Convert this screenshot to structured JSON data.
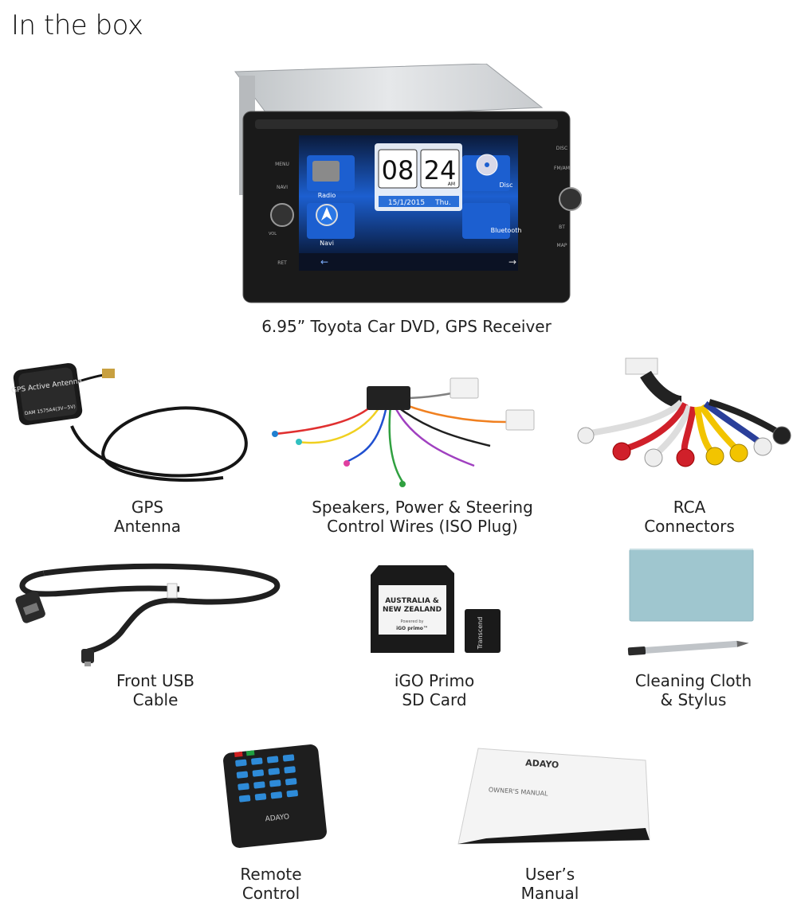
{
  "page": {
    "title": "In the box"
  },
  "head_unit": {
    "caption": "6.95” Toyota Car DVD, GPS Receiver",
    "screen": {
      "hour": "08",
      "minute": "24",
      "ampm": "AM",
      "date": "15/1/2015",
      "weekday": "Thu.",
      "apps": [
        "Radio",
        "Disc",
        "Navi",
        "Bluetooth"
      ]
    },
    "left_buttons": [
      "MENU",
      "NAVI",
      "VOL",
      "RET"
    ],
    "right_buttons": [
      "DISC",
      "FM/AM",
      "BT",
      "MAP"
    ]
  },
  "items": [
    {
      "line1": "GPS",
      "line2": "Antenna",
      "label": "GPS Active Antenna",
      "label2": "DAM 1575A4(3V~5V)"
    },
    {
      "line1": "Speakers, Power & Steering",
      "line2": "Control Wires (ISO Plug)"
    },
    {
      "line1": "RCA",
      "line2": "Connectors"
    },
    {
      "line1": "Front USB",
      "line2": "Cable"
    },
    {
      "line1": "iGO Primo",
      "line2": "SD Card",
      "card_text1": "AUSTRALIA &",
      "card_text2": "NEW ZEALAND",
      "card_text3": "Powered by",
      "card_text4": "iGO primo™",
      "micro_text": "Transcend"
    },
    {
      "line1": "Cleaning Cloth",
      "line2": "& Stylus"
    },
    {
      "line1": "Remote",
      "line2": "Control",
      "brand": "ADAYO"
    },
    {
      "line1": "User’s",
      "line2": "Manual",
      "brand": "ADAYO",
      "manual_title": "OWNER'S MANUAL"
    }
  ],
  "colors": {
    "screen_blue": "#1c5fd0",
    "rca_red": "#d0202a",
    "rca_yellow": "#f2c400",
    "rca_blue": "#2a3f9a",
    "cloth": "#9fc6cf"
  }
}
